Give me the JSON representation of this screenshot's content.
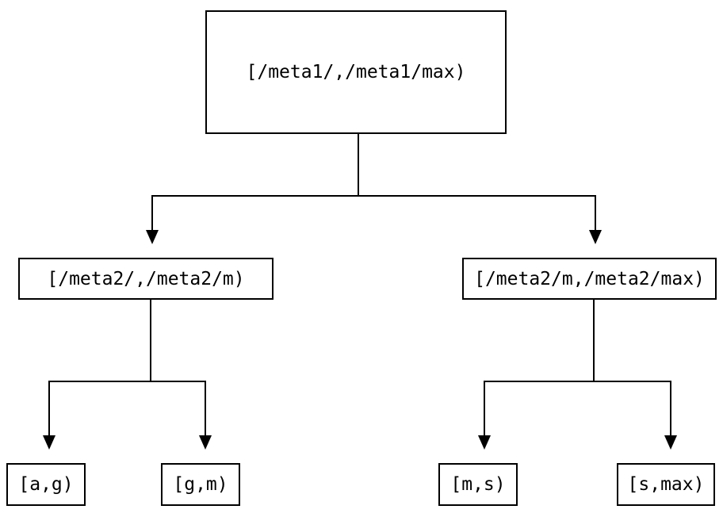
{
  "diagram": {
    "type": "tree",
    "background_color": "#ffffff",
    "line_color": "#000000",
    "text_color": "#000000",
    "nodes": {
      "root": {
        "label": "[/meta1/,/meta1/max)"
      },
      "meta2_low": {
        "label": "[/meta2/,/meta2/m)"
      },
      "meta2_high": {
        "label": "[/meta2/m,/meta2/max)"
      },
      "leaf_ag": {
        "label": "[a,g)"
      },
      "leaf_gm": {
        "label": "[g,m)"
      },
      "leaf_ms": {
        "label": "[m,s)"
      },
      "leaf_smax": {
        "label": "[s,max)"
      }
    },
    "edges": [
      {
        "from": "[/meta1/,/meta1/max)",
        "to": "[/meta2/,/meta2/m)"
      },
      {
        "from": "[/meta1/,/meta1/max)",
        "to": "[/meta2/m,/meta2/max)"
      },
      {
        "from": "[/meta2/,/meta2/m)",
        "to": "[a,g)"
      },
      {
        "from": "[/meta2/,/meta2/m)",
        "to": "[g,m)"
      },
      {
        "from": "[/meta2/m,/meta2/max)",
        "to": "[m,s)"
      },
      {
        "from": "[/meta2/m,/meta2/max)",
        "to": "[s,max)"
      }
    ]
  }
}
